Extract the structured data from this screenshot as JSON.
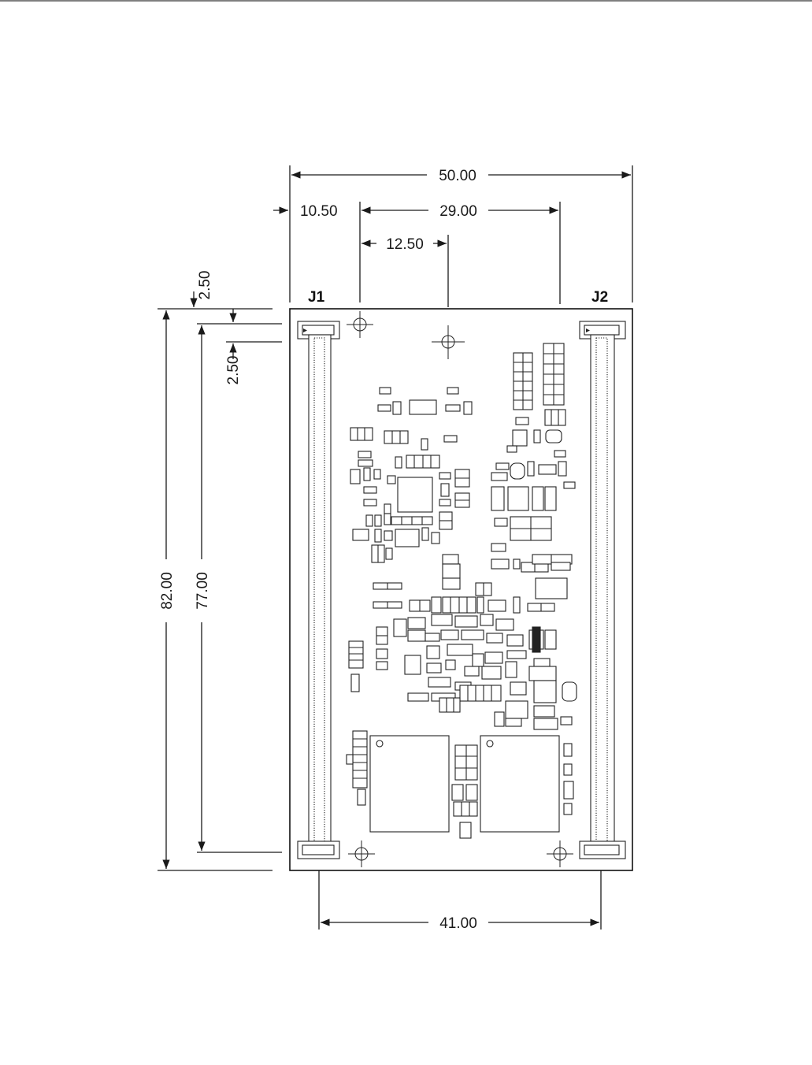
{
  "header": {
    "rule_color": "#555555"
  },
  "connectors": {
    "j1": "J1",
    "j2": "J2"
  },
  "dimensions": {
    "overall_width": "50.00",
    "hole_left_offset": "10.50",
    "hole_spacing_top": "29.00",
    "center_hole_offset": "12.50",
    "top_margin_label_upper": "2.50",
    "top_margin_label_lower": "2.50",
    "overall_height": "82.00",
    "connector_length": "77.00",
    "bottom_hole_spacing": "41.00"
  },
  "colors": {
    "ink": "#1a1a1a",
    "board_fill": "#ffffff"
  }
}
